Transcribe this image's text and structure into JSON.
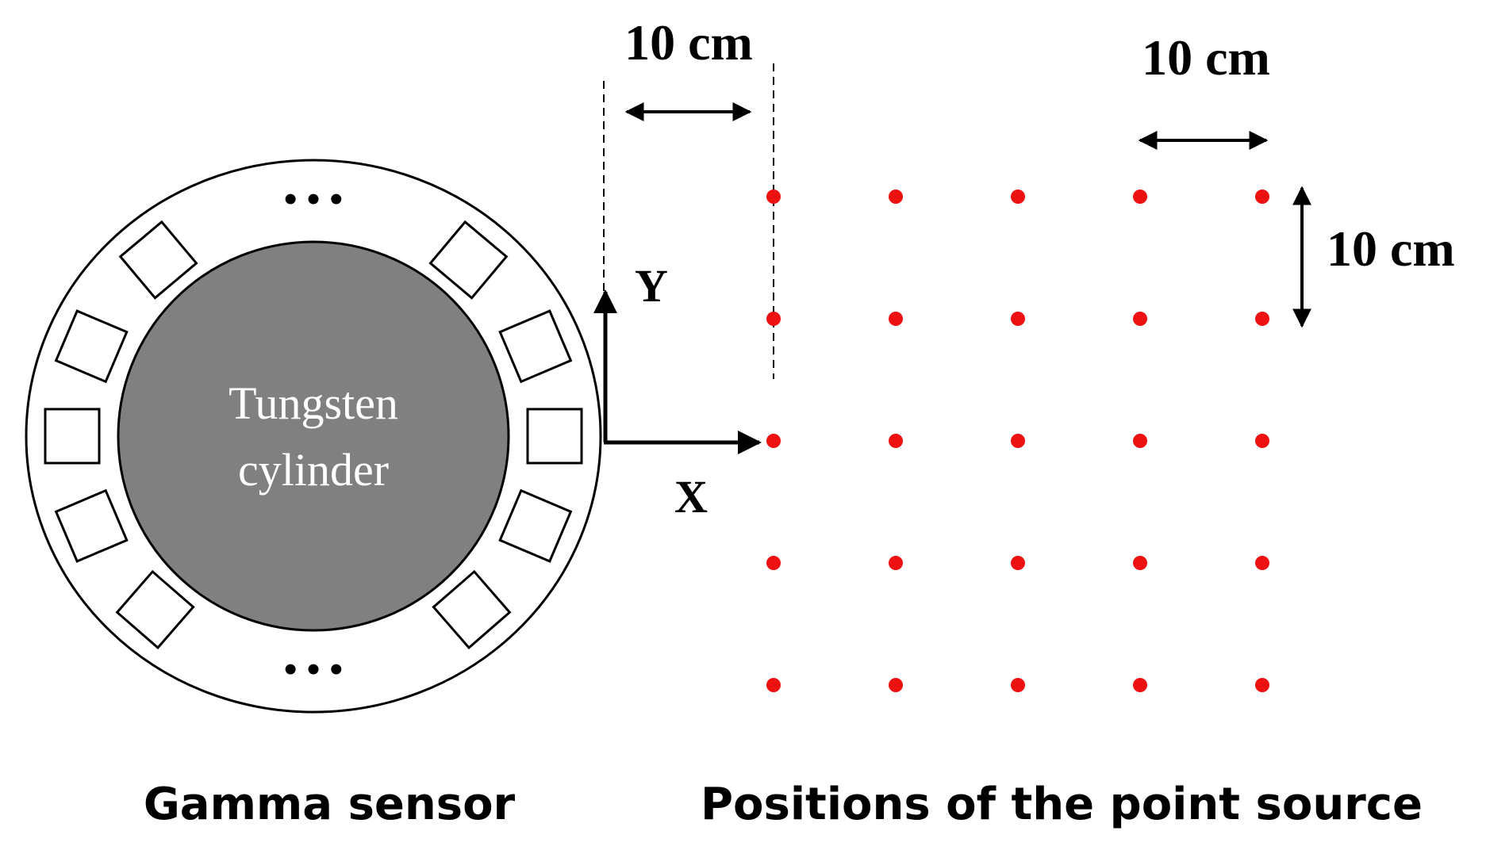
{
  "labels": {
    "core": [
      "Tungsten",
      "cylinder"
    ],
    "axis_x": "X",
    "axis_y": "Y",
    "dim_left": "10 cm",
    "dim_top": "10 cm",
    "dim_right": "10 cm",
    "ellipsis_top": "• • •",
    "ellipsis_bottom": "• • •",
    "caption_sensor": "Gamma sensor",
    "caption_sources": "Positions of the point source"
  },
  "grid": {
    "columns": 5,
    "rows": 5,
    "spacing": "10 cm"
  },
  "colors": {
    "point": "#ee1111",
    "core_fill": "#808080",
    "stroke": "#000000"
  }
}
